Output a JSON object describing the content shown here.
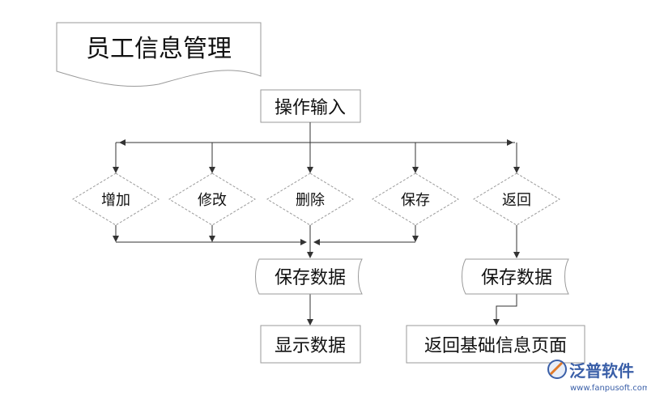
{
  "title": "员工信息管理",
  "nodes": {
    "input": "操作输入",
    "add": "增加",
    "modify": "修改",
    "delete": "删除",
    "save": "保存",
    "back": "返回",
    "save_data_left": "保存数据",
    "save_data_right": "保存数据",
    "show_data": "显示数据",
    "return_page": "返回基础信息页面"
  },
  "watermark": {
    "brand": "泛普软件",
    "url": "www.fanpusoft.com"
  },
  "colors": {
    "line": "#333333",
    "border": "#9a9a9a",
    "watermark": "#3a5fa8"
  }
}
